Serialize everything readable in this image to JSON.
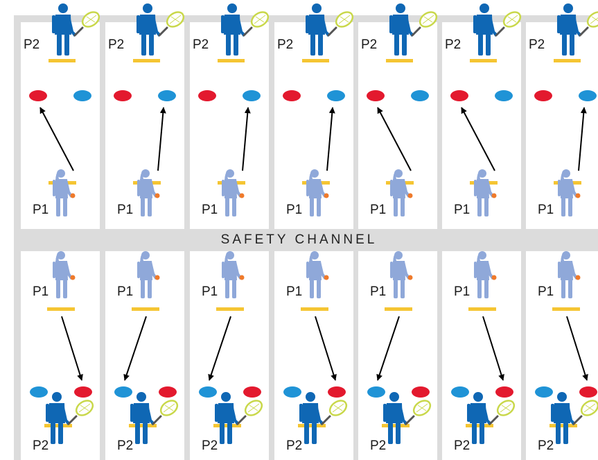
{
  "channel_label": "SAFETY CHANNEL",
  "player_labels": {
    "hitter": "P2",
    "feeder": "P1"
  },
  "colors": {
    "court_border": "#dcdcdc",
    "court_fill": "#ffffff",
    "cone_red": "#e3192e",
    "cone_blue": "#1f93d6",
    "line_yellow": "#f5c533",
    "hitter_figure": "#0f67b4",
    "feeder_figure": "#8fa8d9",
    "racket_frame": "#c9d84a",
    "arrow": "#000000",
    "ball": "#ef7a2b"
  },
  "icons": {
    "hitter": "player-with-racket-icon",
    "feeder": "player-with-ball-icon",
    "target_red": "red-target-cone-icon",
    "target_blue": "blue-target-cone-icon",
    "arrow": "feed-direction-arrow-icon"
  },
  "top_row_targets": [
    "red",
    "blue",
    "blue",
    "blue",
    "red",
    "red",
    "blue"
  ],
  "bottom_row_targets": [
    "red",
    "blue",
    "blue",
    "red",
    "blue",
    "red",
    "red"
  ]
}
